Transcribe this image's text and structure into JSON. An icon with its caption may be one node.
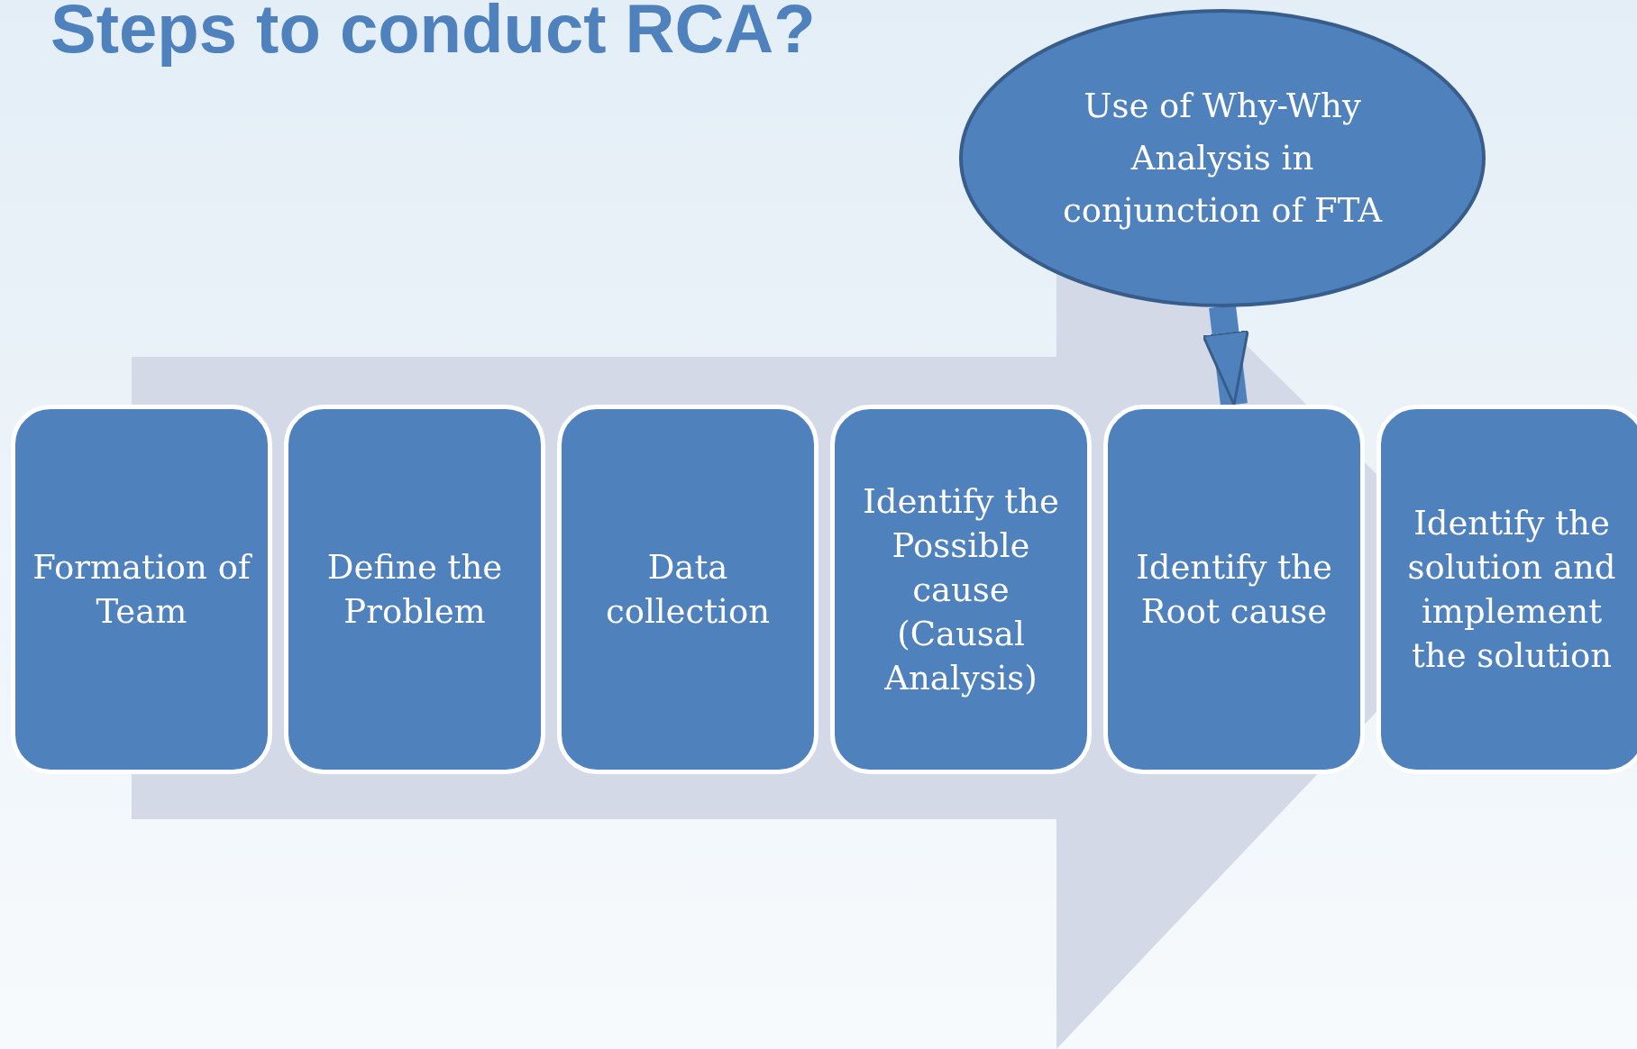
{
  "diagram": {
    "title": "Steps to conduct RCA?",
    "nodes": [
      {
        "text": [
          "Formation of Team"
        ]
      },
      {
        "text": [
          "Define the Problem"
        ]
      },
      {
        "text": [
          "Data collection"
        ]
      },
      {
        "text": [
          "Identify the Possible cause (Causal Analysis)"
        ]
      },
      {
        "text": [
          "Identify the Root cause"
        ]
      },
      {
        "text": [
          "Identify the solution and implement the solution"
        ]
      },
      {
        "text": [
          "Use of Why-Why Analysis in conjunction of FTA"
        ]
      }
    ],
    "edges": [
      {
        "from": 6,
        "to": 4,
        "arrow": "to"
      },
      {
        "from": 0,
        "to": 5,
        "arrow": "to"
      }
    ]
  }
}
